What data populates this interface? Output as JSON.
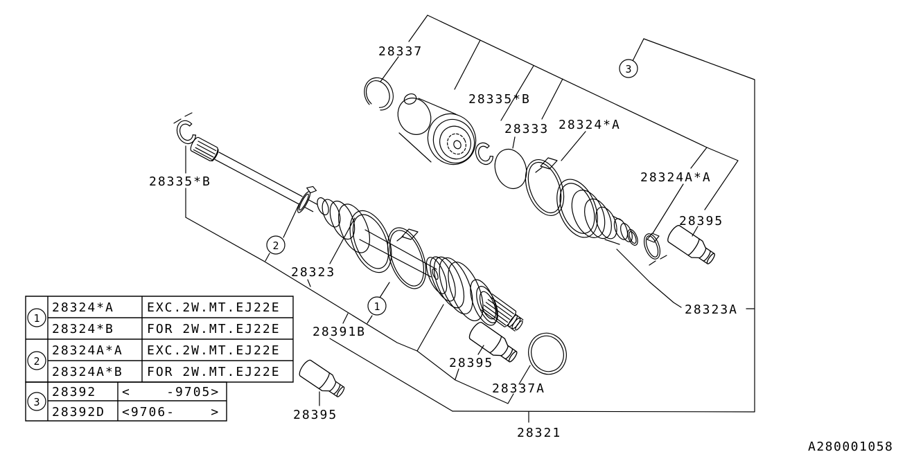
{
  "doc": {
    "drawing_number": "A280001058"
  },
  "diagram": {
    "labels": {
      "ring_28337": "28337",
      "snap_ring_top": "28335*B",
      "baffle_28333": "28333",
      "band_28324A": "28324*A",
      "band_28324AA": "28324A*A",
      "grease_top_right": "28395",
      "snap_ring_left": "28335*B",
      "boot_28323": "28323",
      "shaft_28391B": "28391B",
      "grease_bottom_left": "28395",
      "grease_bottom_mid": "28395",
      "ring_28337A": "28337A",
      "assembly_28321": "28321",
      "joint_28323A": "28323A"
    },
    "callouts": {
      "c1": "1",
      "c2": "2",
      "c3": "3"
    }
  },
  "table": {
    "groups": [
      {
        "callout": "1",
        "rows": [
          {
            "part": "28324*A",
            "desc": "EXC.2W.MT.EJ22E"
          },
          {
            "part": "28324*B",
            "desc": "FOR 2W.MT.EJ22E"
          }
        ]
      },
      {
        "callout": "2",
        "rows": [
          {
            "part": "28324A*A",
            "desc": "EXC.2W.MT.EJ22E"
          },
          {
            "part": "28324A*B",
            "desc": "FOR 2W.MT.EJ22E"
          }
        ]
      },
      {
        "callout": "3",
        "rows": [
          {
            "part": "28392",
            "desc": "<    -9705>"
          },
          {
            "part": "28392D",
            "desc": "<9706-    >"
          }
        ]
      }
    ]
  }
}
